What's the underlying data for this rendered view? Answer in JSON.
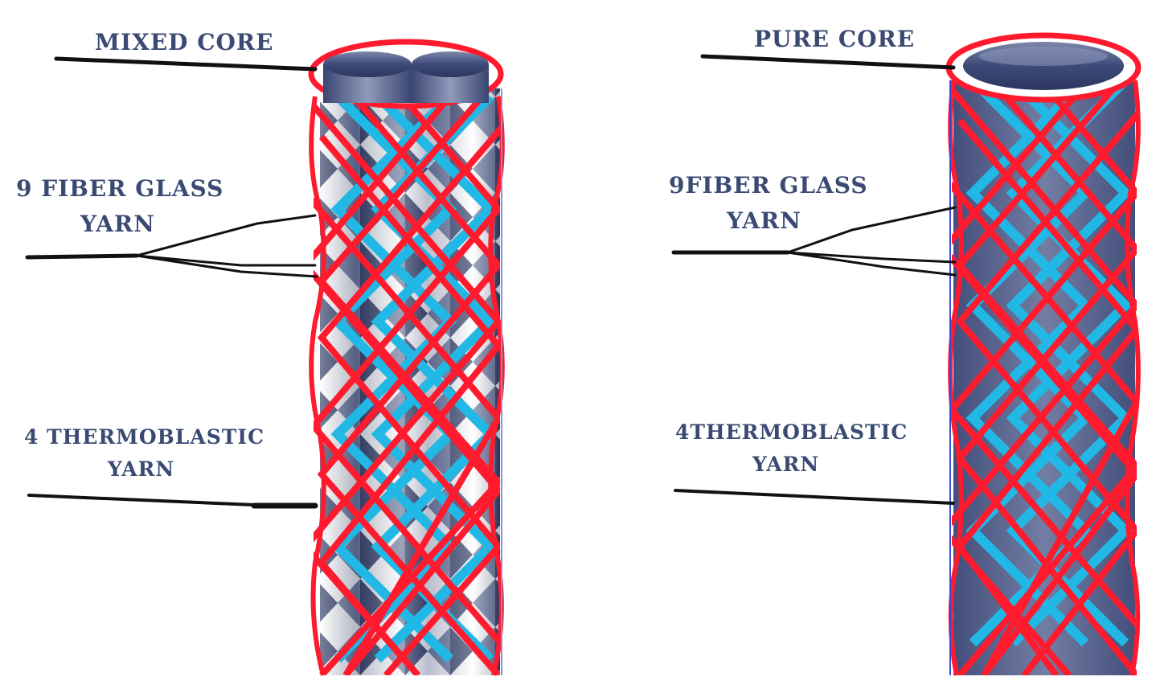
{
  "diagram": {
    "left": {
      "core_label": "MIXED CORE",
      "fiber_label_line1": "9 FIBER GLASS",
      "fiber_label_line2": "YARN",
      "thermo_label_line1": "4 THERMOBLASTIC",
      "thermo_label_line2": "YARN"
    },
    "right": {
      "core_label": "PURE CORE",
      "fiber_label_line1": "9FIBER GLASS",
      "fiber_label_line2": "YARN",
      "thermo_label_line1": "4THERMOBLASTIC",
      "thermo_label_line2": "YARN"
    },
    "colors": {
      "thermoplastic_yarn": "#ff1a2e",
      "fiber_glass_yarn": "#22b8e6",
      "core": "#3d4a78",
      "label_text": "#3b4a73",
      "leader_line": "#111111"
    }
  }
}
